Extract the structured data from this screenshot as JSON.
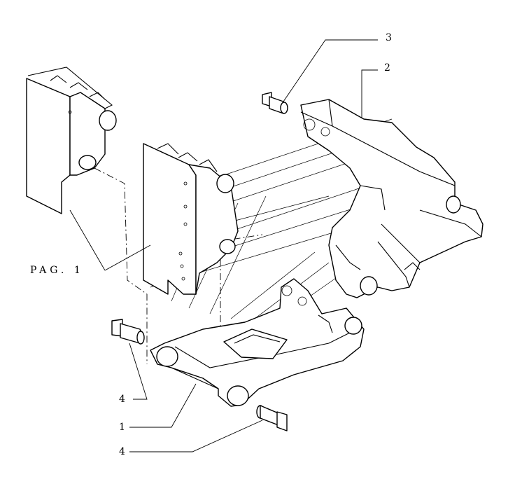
{
  "callouts": {
    "c1": "1",
    "c2": "2",
    "c3": "3",
    "c4_top": "4",
    "c4_bottom": "4"
  },
  "reference": {
    "page_ref": "PAG. 1"
  }
}
